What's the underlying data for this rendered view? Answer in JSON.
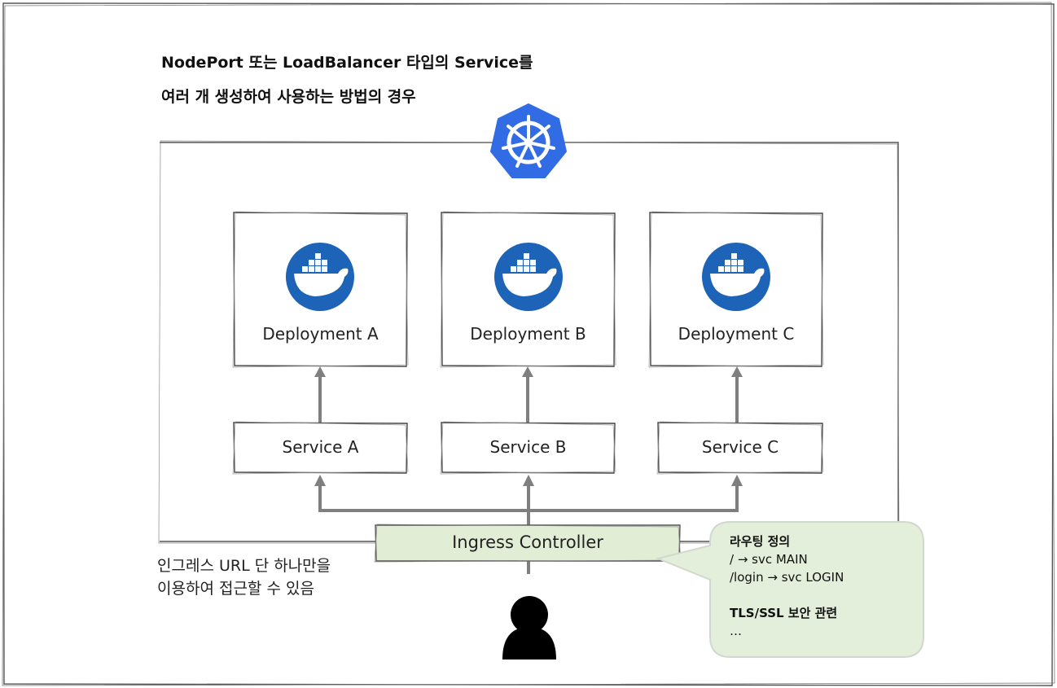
{
  "title": {
    "line1": "NodePort 또는 LoadBalancer 타입의 Service를",
    "line2": "여러 개 생성하여 사용하는 방법의 경우"
  },
  "deployments": [
    {
      "label": "Deployment A"
    },
    {
      "label": "Deployment B"
    },
    {
      "label": "Deployment C"
    }
  ],
  "services": [
    {
      "label": "Service A"
    },
    {
      "label": "Service B"
    },
    {
      "label": "Service C"
    }
  ],
  "ingress": {
    "label": "Ingress Controller"
  },
  "note": {
    "line1": "인그레스 URL 단 하나만을",
    "line2": "이용하여 접근할 수 있음"
  },
  "bubble": {
    "heading": "라우팅 정의",
    "route1": "/ → svc MAIN",
    "route2": "/login → svc LOGIN",
    "tls": "TLS/SSL 보안 관련",
    "more": "…"
  },
  "icons": {
    "cluster": "kubernetes-icon",
    "deployment": "docker-whale-icon",
    "user": "user-icon"
  },
  "colors": {
    "kubernetes_blue": "#326ce5",
    "docker_blue": "#1d63b8",
    "ingress_fill": "#e1edd5",
    "bubble_fill": "#e3eedb",
    "arrow_gray": "#7f7f7f"
  }
}
